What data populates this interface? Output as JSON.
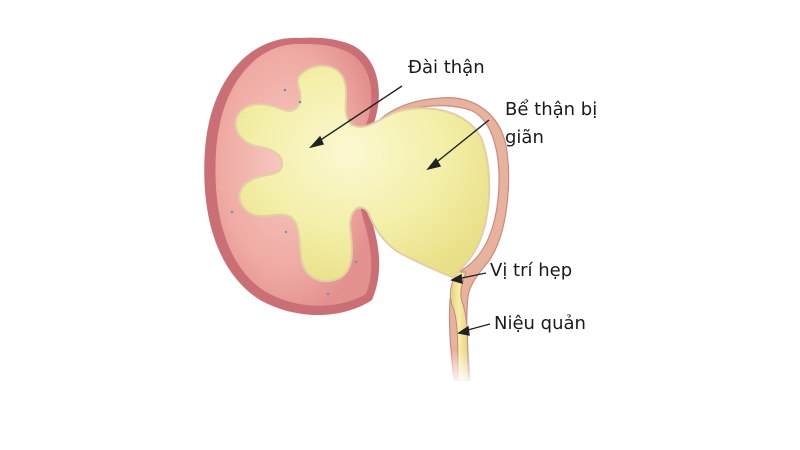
{
  "diagram": {
    "title": "Hydronephrosis kidney diagram",
    "colors": {
      "background": "#ffffff",
      "kidney_outer": "#d98a8a",
      "kidney_cortex": "#eeaaa4",
      "kidney_rim": "#b9656a",
      "fluid": "#f2efa8",
      "fluid_edge": "#e6d97a",
      "pelvis_wall": "#e9b79f",
      "text": "#1a1a1a",
      "arrow": "#222222"
    },
    "labels": [
      {
        "id": "calyx",
        "text": "Đài thận"
      },
      {
        "id": "pelvis_line1",
        "text": "Bể thận bị"
      },
      {
        "id": "pelvis_line2",
        "text": "giãn"
      },
      {
        "id": "stricture",
        "text": "Vị trí hẹp"
      },
      {
        "id": "ureter",
        "text": "Niệu quản"
      }
    ]
  }
}
